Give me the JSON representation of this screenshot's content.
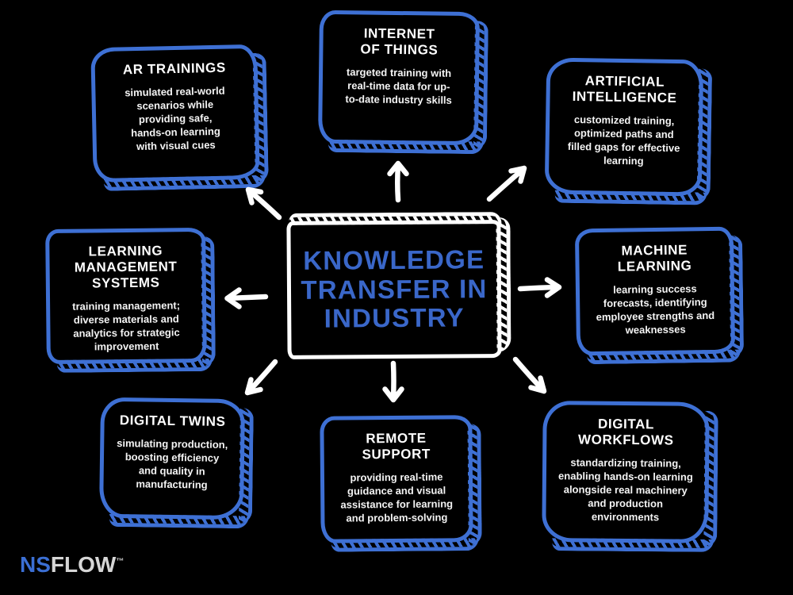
{
  "diagram": {
    "title": "KNOWLEDGE\nTRANSFER IN\nINDUSTRY",
    "style": "hand-drawn sketch infographic on black background"
  },
  "colors": {
    "background": "#000000",
    "box_border_blue": "#3e70d4",
    "center_title_blue": "#3a67c9",
    "center_border_white": "#ffffff",
    "text_white": "#f4f4f4",
    "logo_ns_blue": "#3b6fd4",
    "logo_flow_gray": "#d6d6d6"
  },
  "nodes": [
    {
      "id": "ar-trainings",
      "title": "AR TRAININGS",
      "description": "simulated real-world\nscenarios while\nproviding safe,\nhands-on learning\nwith visual cues"
    },
    {
      "id": "internet-of-things",
      "title": "INTERNET\nOF THINGS",
      "description": "targeted training with\nreal-time data for up-\nto-date industry skills"
    },
    {
      "id": "artificial-intelligence",
      "title": "ARTIFICIAL\nINTELLIGENCE",
      "description": "customized training,\noptimized paths and\nfilled gaps for effective\nlearning"
    },
    {
      "id": "machine-learning",
      "title": "MACHINE\nLEARNING",
      "description": "learning success\nforecasts, identifying\nemployee strengths and\nweaknesses"
    },
    {
      "id": "digital-workflows",
      "title": "DIGITAL\nWORKFLOWS",
      "description": "standardizing training,\nenabling hands-on learning\nalongside real machinery\nand production\nenvironments"
    },
    {
      "id": "remote-support",
      "title": "REMOTE\nSUPPORT",
      "description": "providing real-time\nguidance and visual\nassistance for learning\nand problem-solving"
    },
    {
      "id": "digital-twins",
      "title": "DIGITAL TWINS",
      "description": "simulating production,\nboosting efficiency\nand quality in\nmanufacturing"
    },
    {
      "id": "learning-management-systems",
      "title": "LEARNING\nMANAGEMENT\nSYSTEMS",
      "description": "training management;\ndiverse materials and\nanalytics for strategic\nimprovement"
    }
  ],
  "arrows": [
    "up",
    "up-right",
    "right",
    "down-right",
    "down",
    "down-left",
    "left",
    "up-left"
  ],
  "logo": {
    "ns": "NS",
    "flow": "FLOW",
    "trademark": "™"
  }
}
